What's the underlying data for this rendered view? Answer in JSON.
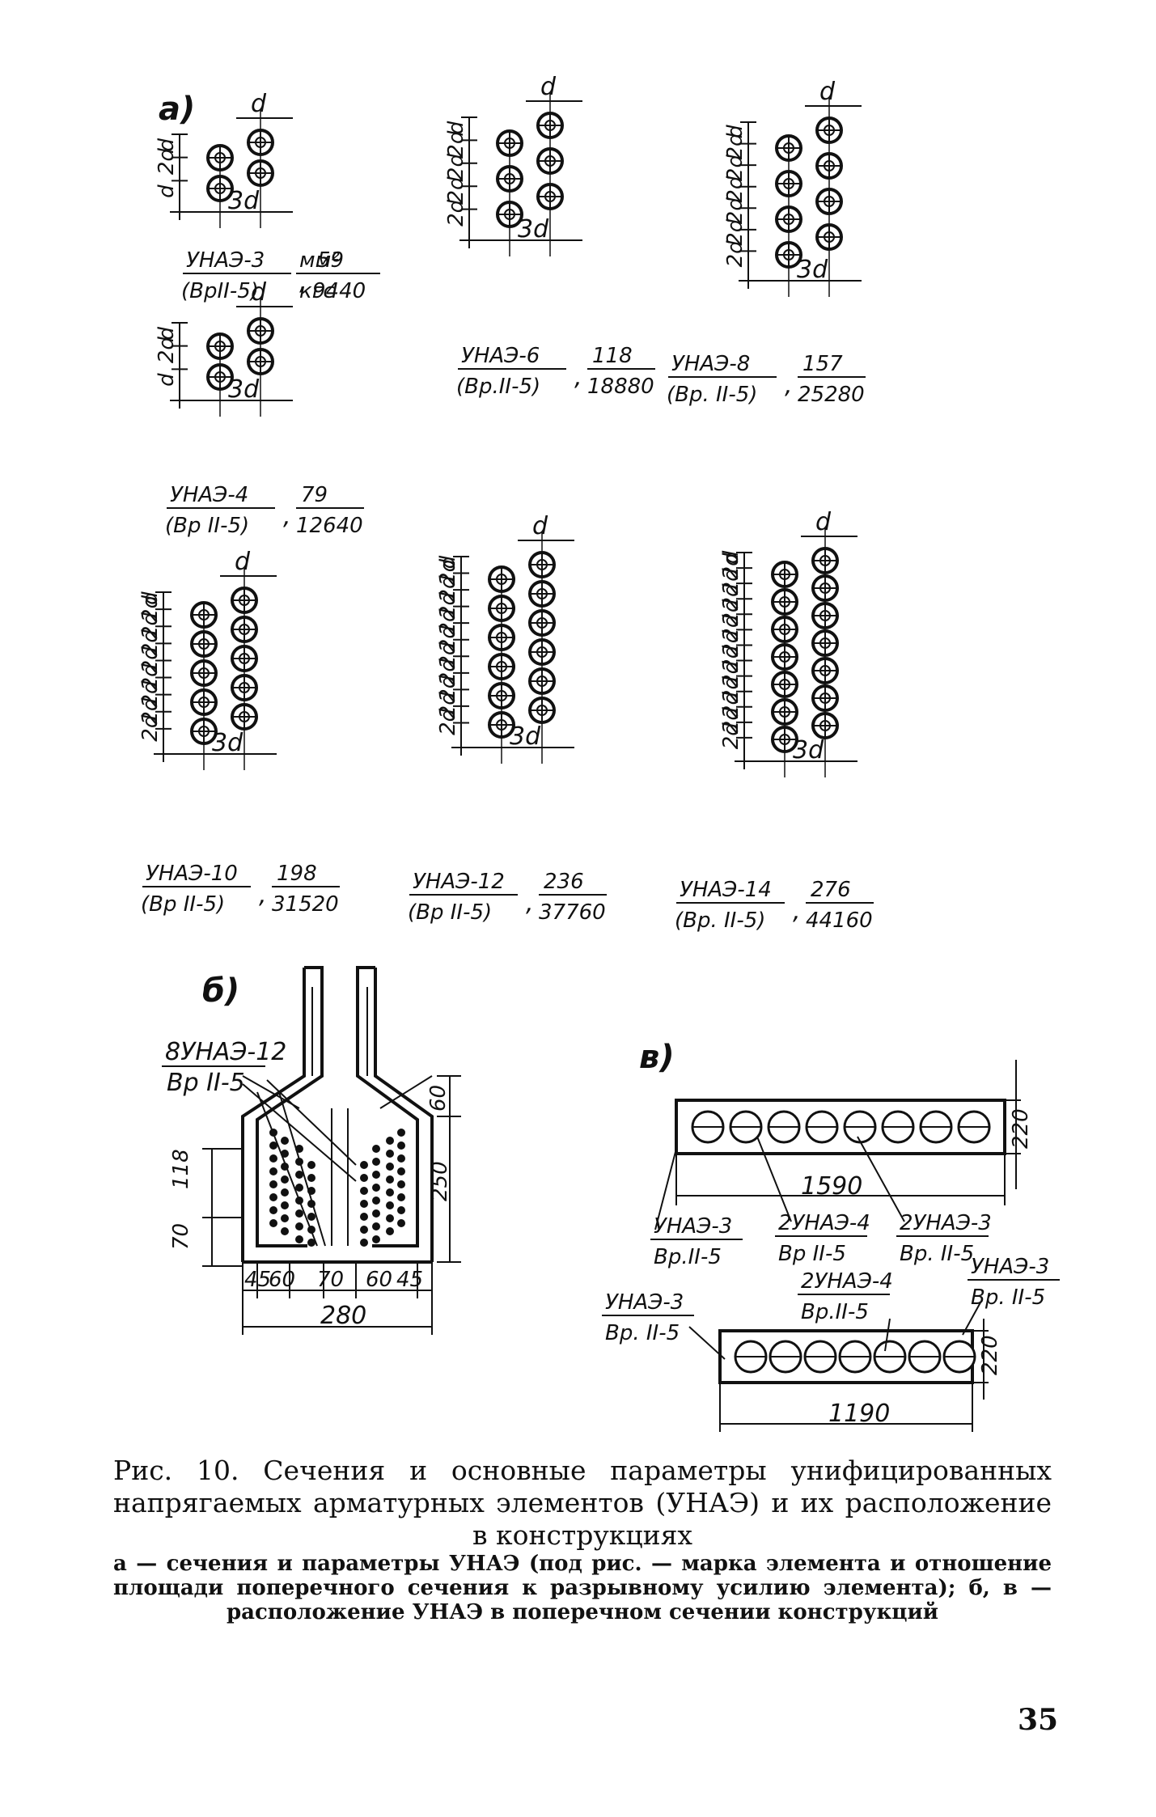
{
  "panel_a": {
    "tag": "а)",
    "units_top": "мм²",
    "units_bottom": "кгс",
    "elements": [
      {
        "mark": "УНАЭ-3",
        "steel": "(ВрII-5)",
        "area": "59",
        "force": "9440",
        "rows": 2
      },
      {
        "mark": "УНАЭ-4",
        "steel": "(Вр II-5)",
        "area": "79",
        "force": "12640",
        "rows": 2
      },
      {
        "mark": "УНАЭ-6",
        "steel": "(Вр.II-5)",
        "area": "118",
        "force": "18880",
        "rows": 3
      },
      {
        "mark": "УНАЭ-8",
        "steel": "(Вр. II-5)",
        "area": "157",
        "force": "25280",
        "rows": 4
      },
      {
        "mark": "УНАЭ-10",
        "steel": "(Вр II-5)",
        "area": "198",
        "force": "31520",
        "rows": 5
      },
      {
        "mark": "УНАЭ-12",
        "steel": "(Вр II-5)",
        "area": "236",
        "force": "37760",
        "rows": 6
      },
      {
        "mark": "УНАЭ-14",
        "steel": "(Вр. II-5)",
        "area": "276",
        "force": "44160",
        "rows": 7
      }
    ],
    "dim_labels": {
      "d": "d",
      "two_d": "2d",
      "three_d": "3d"
    }
  },
  "panel_b": {
    "tag": "б)",
    "label_top": "8УНАЭ-12",
    "label_bottom": "Вр II-5",
    "dims": {
      "h1": "118",
      "h2": "70",
      "h3": "60",
      "h4": "250",
      "w1": "45",
      "w2": "60",
      "w3": "70",
      "w4": "60",
      "w5": "45",
      "total": "280"
    }
  },
  "panel_c": {
    "tag": "в)",
    "slab1": {
      "width": "1590",
      "height": "220",
      "labels": [
        {
          "top": "УНАЭ-3",
          "bottom": "Вр.II-5"
        },
        {
          "top": "2УНАЭ-4",
          "bottom": "Вр II-5"
        },
        {
          "top": "2УНАЭ-3",
          "bottom": "Вр. II-5"
        }
      ]
    },
    "slab2": {
      "width": "1190",
      "height": "220",
      "labels": [
        {
          "top": "УНАЭ-3",
          "bottom": "Вр. II-5"
        },
        {
          "top": "2УНАЭ-4",
          "bottom": "Вр.II-5"
        },
        {
          "top": "УНАЭ-3",
          "bottom": "Вр. II-5"
        }
      ]
    }
  },
  "caption": {
    "main": "Рис. 10. Сечения и основные параметры унифицированных напрягаемых арматурных элементов (УНАЭ) и их расположение в конструкциях",
    "note": "а — сечения и параметры УНАЭ (под рис. — марка элемента и отношение площади поперечного сечения к разрывному усилию элемента); б, в — расположение УНАЭ в поперечном сечении конструкций"
  },
  "page_number": "35"
}
